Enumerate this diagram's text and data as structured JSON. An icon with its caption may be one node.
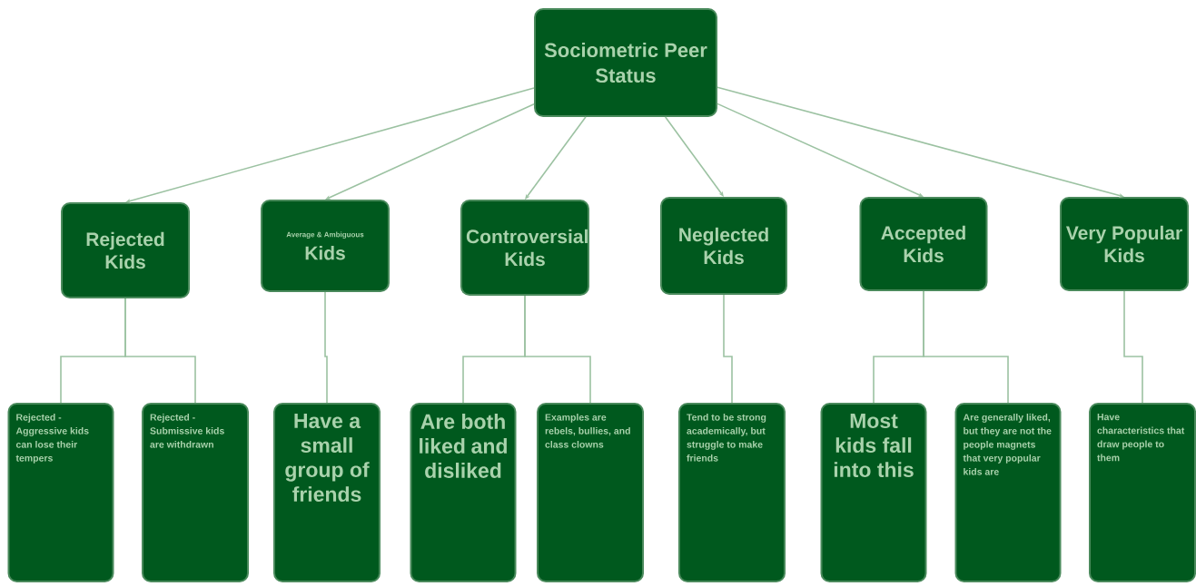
{
  "diagram": {
    "nodes": [
      {
        "text": [
          "Sociometric Peer Status"
        ]
      },
      {
        "text": [
          "Rejected Kids"
        ]
      },
      {
        "text": [
          "Average & Ambiguous",
          "Kids"
        ]
      },
      {
        "text": [
          "Controversial Kids"
        ]
      },
      {
        "text": [
          "Neglected Kids"
        ]
      },
      {
        "text": [
          "Accepted Kids"
        ]
      },
      {
        "text": [
          "Very Popular Kids"
        ]
      },
      {
        "text": [
          "Rejected - Aggressive kids can lose their tempers"
        ]
      },
      {
        "text": [
          "Rejected - Submissive kids are withdrawn"
        ]
      },
      {
        "text": [
          "Have a small group of friends"
        ]
      },
      {
        "text": [
          "Are both liked and disliked"
        ]
      },
      {
        "text": [
          "Examples are rebels, bullies, and class clowns"
        ]
      },
      {
        "text": [
          "Tend to be strong academically, but struggle to make friends"
        ]
      },
      {
        "text": [
          "Most kids fall into this"
        ]
      },
      {
        "text": [
          "Are generally liked, but they are not the people magnets that very popular kids are"
        ]
      },
      {
        "text": [
          "Have characteristics that draw people to them"
        ]
      }
    ],
    "edges": [
      {
        "from": 0,
        "to": 1,
        "arrow": "to"
      },
      {
        "from": 0,
        "to": 2,
        "arrow": "to"
      },
      {
        "from": 0,
        "to": 3,
        "arrow": "to"
      },
      {
        "from": 0,
        "to": 4,
        "arrow": "to"
      },
      {
        "from": 0,
        "to": 5,
        "arrow": "to"
      },
      {
        "from": 0,
        "to": 6,
        "arrow": "to"
      },
      {
        "from": 1,
        "to": 7,
        "arrow": "none"
      },
      {
        "from": 1,
        "to": 8,
        "arrow": "none"
      },
      {
        "from": 2,
        "to": 9,
        "arrow": "none"
      },
      {
        "from": 3,
        "to": 10,
        "arrow": "none"
      },
      {
        "from": 3,
        "to": 11,
        "arrow": "none"
      },
      {
        "from": 4,
        "to": 12,
        "arrow": "none"
      },
      {
        "from": 5,
        "to": 13,
        "arrow": "none"
      },
      {
        "from": 5,
        "to": 14,
        "arrow": "none"
      },
      {
        "from": 6,
        "to": 15,
        "arrow": "none"
      }
    ]
  }
}
